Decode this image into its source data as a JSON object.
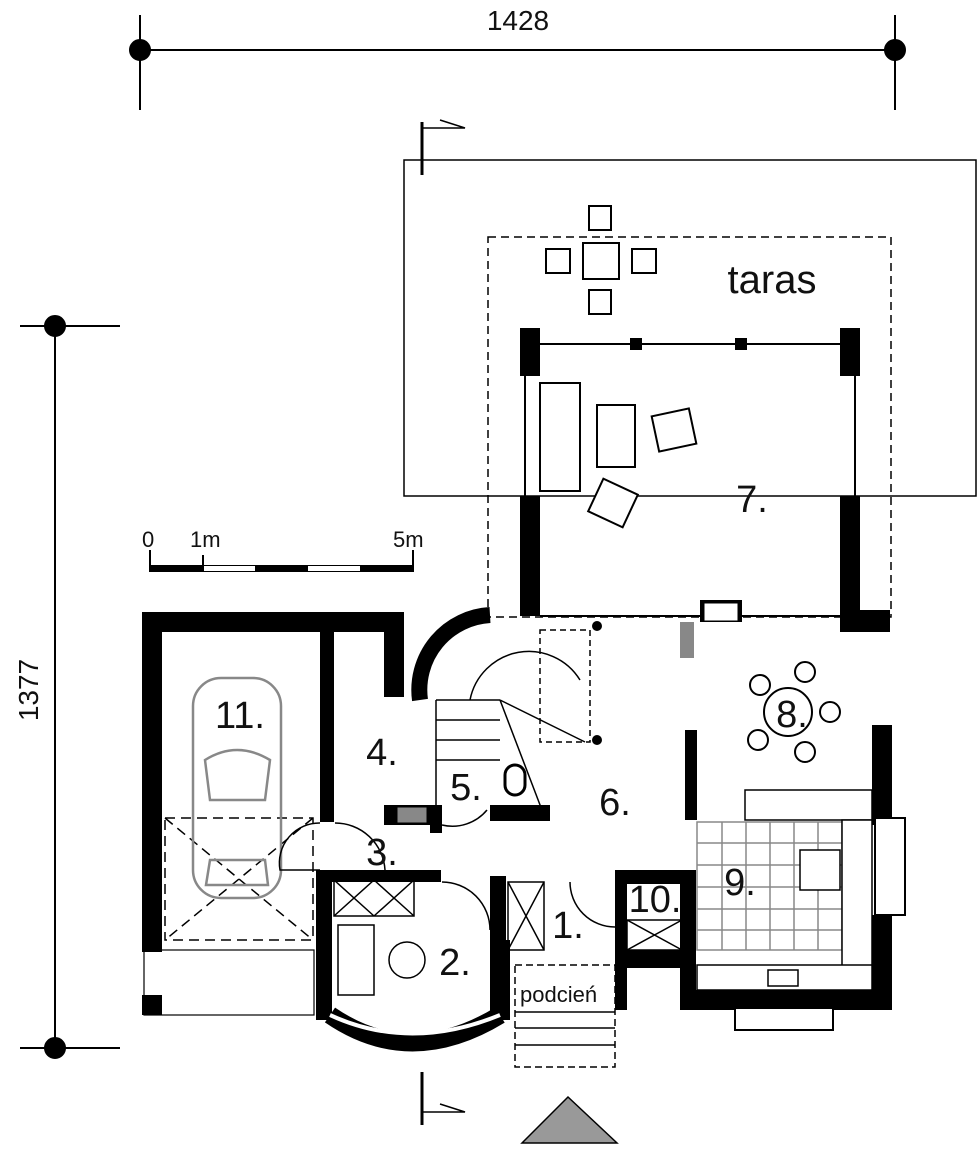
{
  "dimensions": {
    "width": "1428",
    "height": "1377"
  },
  "scale": {
    "zero": "0",
    "one": "1m",
    "five": "5m"
  },
  "terrace_label": "taras",
  "porch_label": "podcień",
  "rooms": [
    "1.",
    "2.",
    "3.",
    "4.",
    "5.",
    "6.",
    "7.",
    "8.",
    "9.",
    "10.",
    "11."
  ],
  "colors": {
    "wall": "#000000",
    "entrance_arrow": "#999999",
    "kitchen_grid": "#888888"
  }
}
